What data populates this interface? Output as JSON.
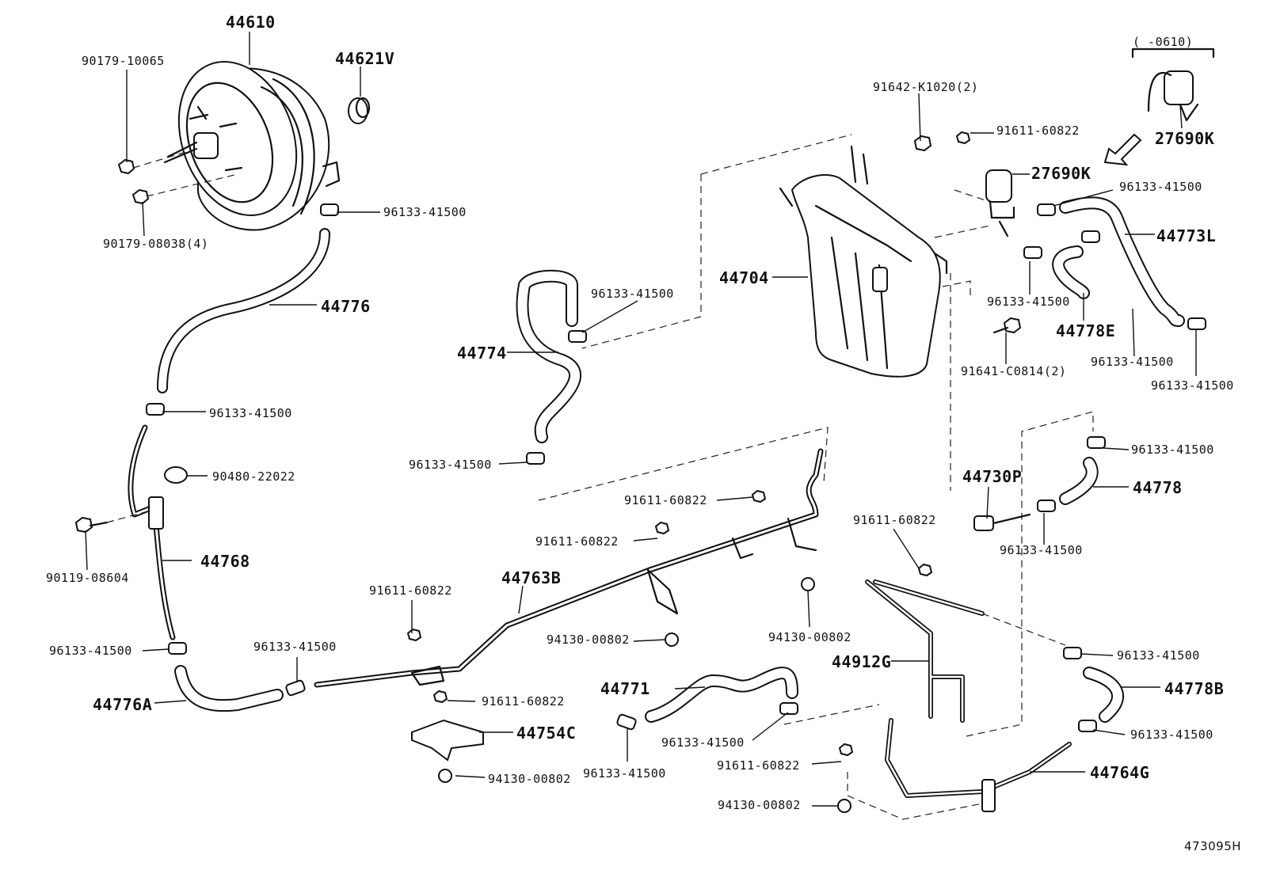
{
  "labels": {
    "p44610": "44610",
    "p44621v": "44621V",
    "p90179_10065": "90179-10065",
    "p90179_08038": "90179-08038(4)",
    "p96133_a": "96133-41500",
    "p44776": "44776",
    "p96133_b": "96133-41500",
    "p90480": "90480-22022",
    "p90119": "90119-08604",
    "p44768": "44768",
    "p96133_c": "96133-41500",
    "p44776a": "44776A",
    "p96133_d": "96133-41500",
    "p91611_a": "91611-60822",
    "p44763b": "44763B",
    "p91611_b": "91611-60822",
    "p44754c": "44754C",
    "p94130_a": "94130-00802",
    "p44771": "44771",
    "p96133_e": "96133-41500",
    "p96133_f": "96133-41500",
    "p91611_c": "91611-60822",
    "p94130_b": "94130-00802",
    "p91611_d": "91611-60822",
    "p94130_c": "94130-00802",
    "p44774": "44774",
    "p96133_g": "96133-41500",
    "p96133_h": "96133-41500",
    "p91611_e": "91611-60822",
    "p94130_d": "94130-00802",
    "p44704": "44704",
    "p91642": "91642-K1020(2)",
    "p91611_f": "91611-60822",
    "p27690k_a": "27690K",
    "p96133_i": "96133-41500",
    "p44773l": "44773L",
    "p96133_j": "96133-41500",
    "p44778e": "44778E",
    "p91641": "91641-C0814(2)",
    "p96133_k": "96133-41500",
    "p96133_l": "96133-41500",
    "p96133_m": "96133-41500",
    "p44730p": "44730P",
    "p44778": "44778",
    "p96133_n": "96133-41500",
    "p91611_g": "91611-60822",
    "p44912g": "44912G",
    "p96133_o": "96133-41500",
    "p44778b": "44778B",
    "p96133_p": "96133-41500",
    "p44764g": "44764G",
    "p27690k_b": "27690K",
    "p0610": "(    -0610)",
    "ref": "473095H"
  }
}
